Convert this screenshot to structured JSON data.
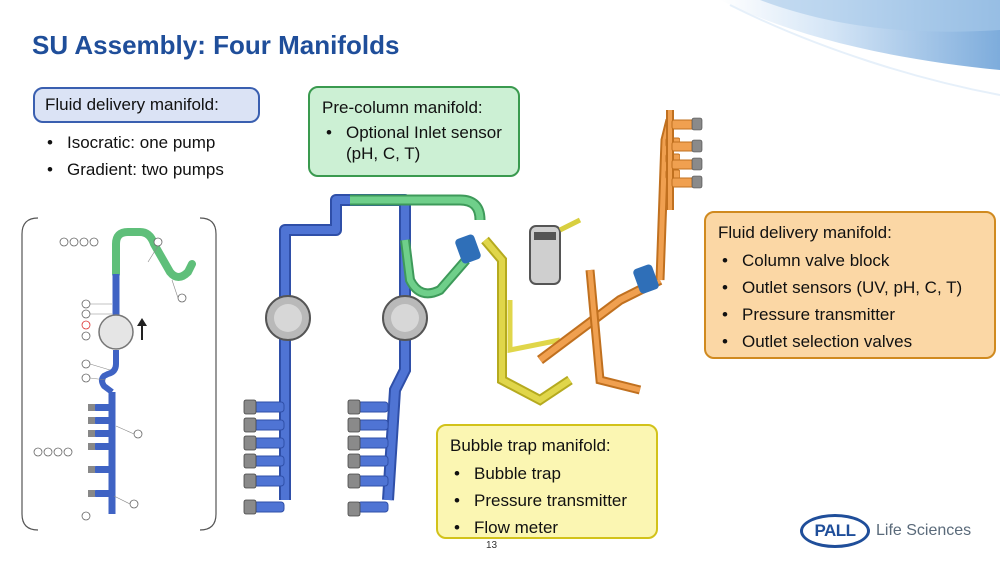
{
  "title": "SU Assembly: Four Manifolds",
  "fluid_delivery_left": {
    "label": "Fluid delivery manifold:",
    "items": [
      "Isocratic: one pump",
      "Gradient: two pumps"
    ]
  },
  "pre_column": {
    "label": "Pre-column manifold:",
    "items": [
      "Optional Inlet sensor (pH, C, T)"
    ]
  },
  "fluid_delivery_right": {
    "label": "Fluid delivery manifold:",
    "items": [
      "Column valve block",
      "Outlet sensors (UV, pH, C, T)",
      "Pressure transmitter",
      "Outlet selection valves"
    ]
  },
  "bubble_trap": {
    "label": "Bubble trap manifold:",
    "items": [
      "Bubble trap",
      "Pressure transmitter",
      "Flow meter"
    ]
  },
  "page_number": "13",
  "logo": {
    "mark": "PALL",
    "text": "Life Sciences"
  },
  "colors": {
    "title": "#1f4e9a",
    "blue_box_fill": "#dbe3f5",
    "blue_box_border": "#3a5fb0",
    "green_box_fill": "#ccf0d4",
    "green_box_border": "#3a9a4f",
    "orange_box_fill": "#fbd7a5",
    "orange_box_border": "#d08a20",
    "yellow_box_fill": "#fbf6b2",
    "yellow_box_border": "#d2c21a",
    "blue_tube": "#3f63c4",
    "green_tube": "#5fbf7a",
    "yellow_tube": "#d9cf3a",
    "orange_tube": "#e08a3a"
  }
}
